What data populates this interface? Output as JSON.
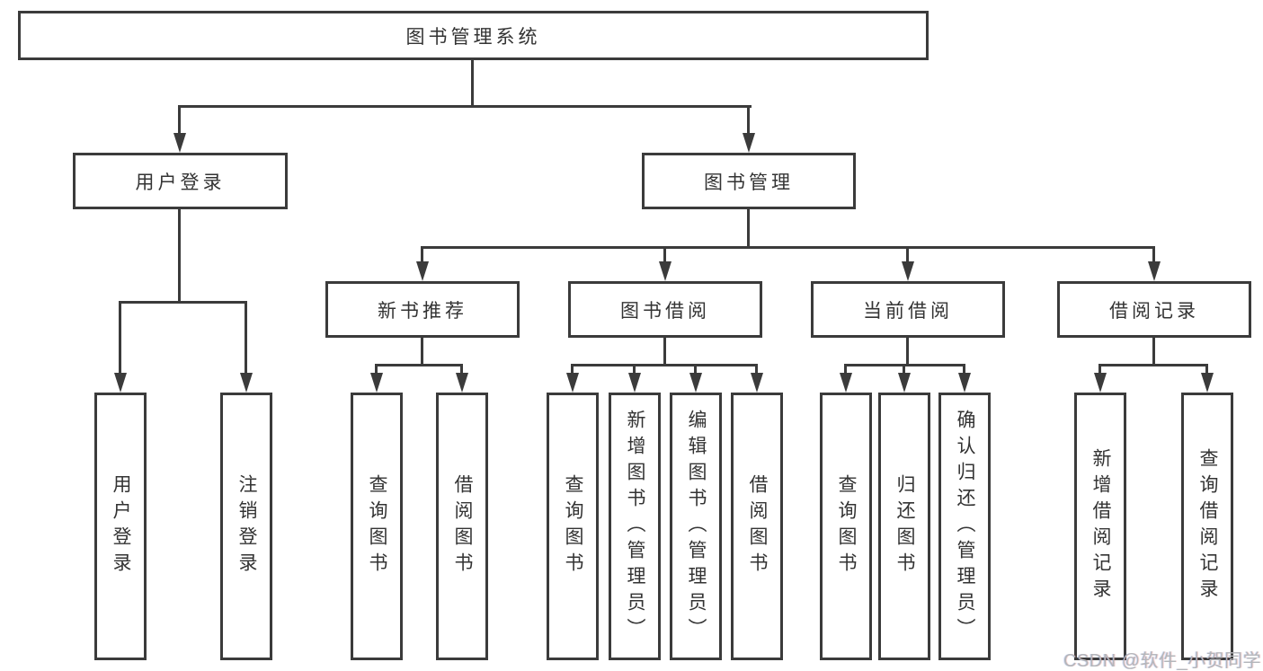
{
  "diagram_title": "图书管理系统",
  "tree": {
    "root": "图书管理系统",
    "branches": [
      {
        "label": "用户登录",
        "children": [
          "用户登录",
          "注销登录"
        ]
      },
      {
        "label": "图书管理",
        "groups": [
          {
            "label": "新书推荐",
            "children": [
              "查询图书",
              "借阅图书"
            ]
          },
          {
            "label": "图书借阅",
            "children": [
              "查询图书",
              "新增图书（管理员）",
              "编辑图书（管理员）",
              "借阅图书"
            ]
          },
          {
            "label": "当前借阅",
            "children": [
              "查询图书",
              "归还图书",
              "确认归还（管理员）"
            ]
          },
          {
            "label": "借阅记录",
            "children": [
              "新增借阅记录",
              "查询借阅记录"
            ]
          }
        ]
      }
    ]
  },
  "watermark": "CSDN @软件_小贺同学",
  "colors": {
    "line": "#3b3b3b",
    "text": "#333333",
    "background": "#ffffff",
    "watermark": "#b3b6ba"
  }
}
